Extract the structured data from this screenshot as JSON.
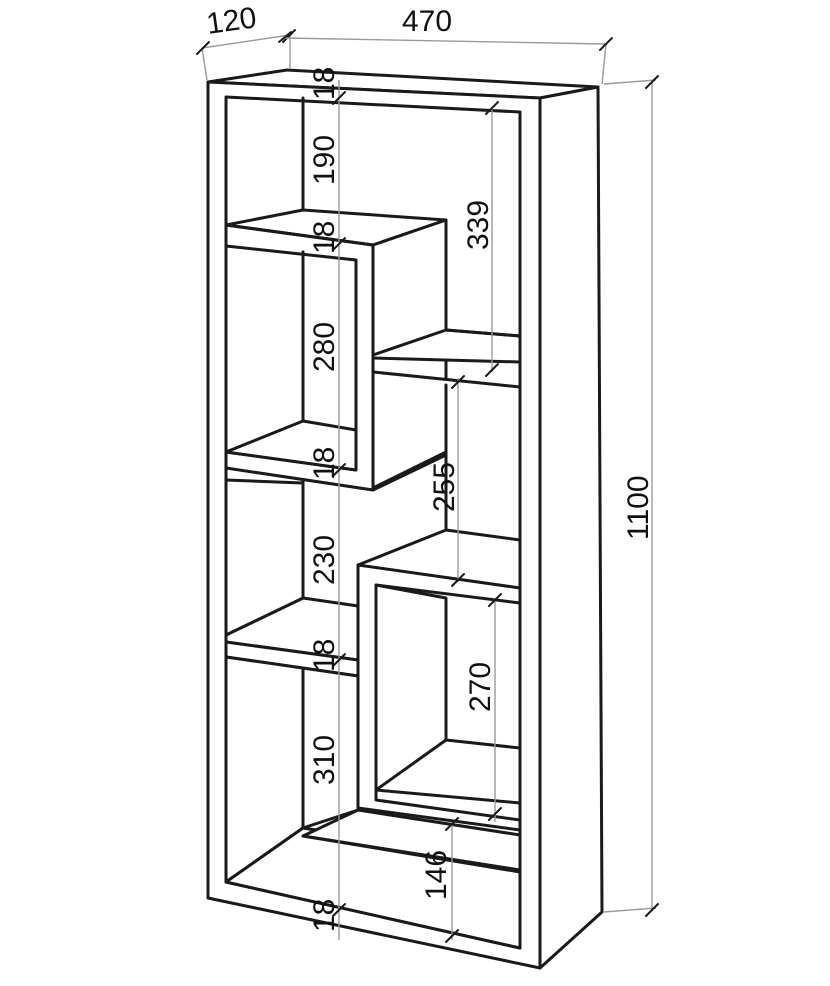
{
  "dimensions": {
    "depth": "120",
    "width": "470",
    "height": "1100",
    "shelf_thickness": "18",
    "left_compartments": [
      "190",
      "280",
      "230",
      "310"
    ],
    "right_compartments": [
      "339",
      "255",
      "270",
      "146"
    ]
  },
  "colors": {
    "line": "#1a1a1a",
    "dimension_line": "#9a9a9a",
    "background": "#ffffff"
  }
}
